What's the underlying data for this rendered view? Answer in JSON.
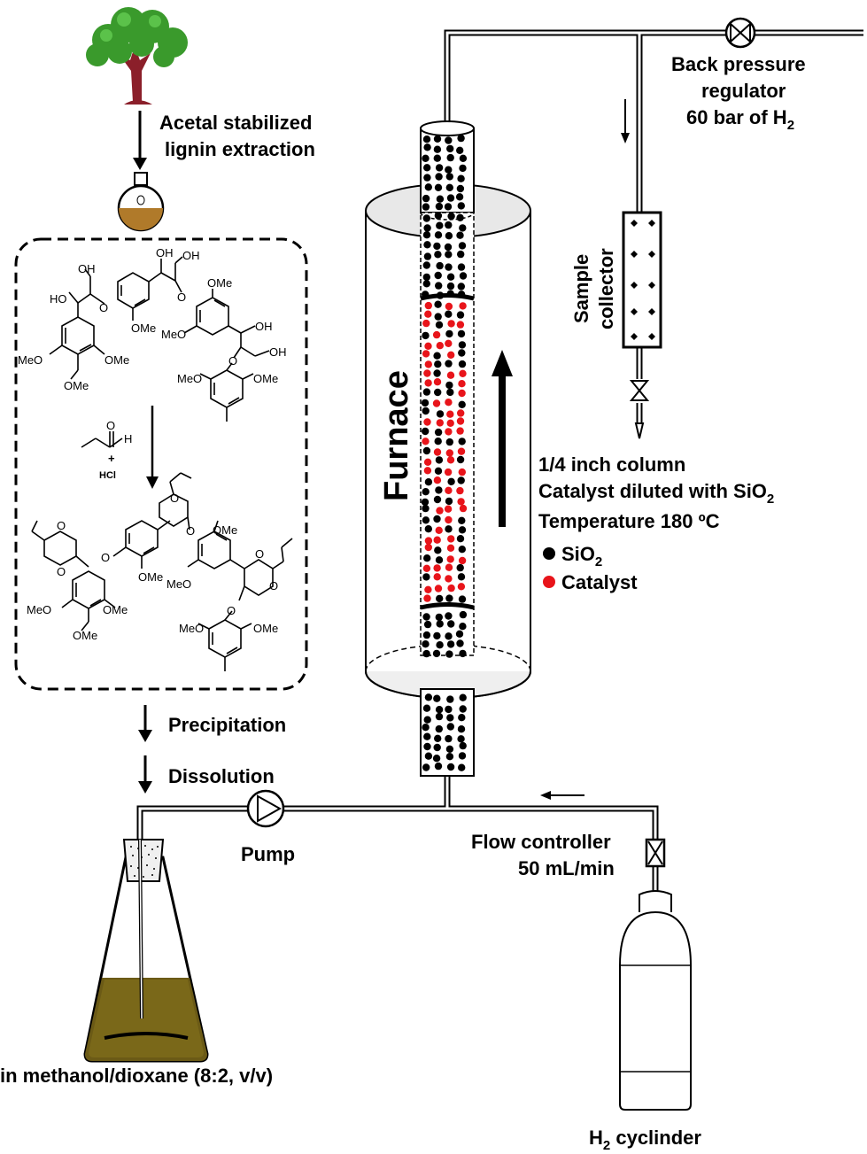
{
  "extraction": {
    "line1": "Acetal stabilized",
    "line2": "lignin extraction"
  },
  "bpr": {
    "line1": "Back pressure",
    "line2": "regulator",
    "line3_main": "60 bar of H",
    "line3_sub": "2"
  },
  "sample_collector": {
    "line1": "Sample",
    "line2": "collector"
  },
  "furnace_label": "Furnace",
  "column_info": {
    "line1": "1/4 inch column",
    "line2_main": "Catalyst diluted with SiO",
    "line2_sub": "2",
    "line3": "Temperature 180 ºC"
  },
  "legend": {
    "sio2_main": "SiO",
    "sio2_sub": "2",
    "catalyst": "Catalyst",
    "colors": {
      "sio2": "#000000",
      "catalyst": "#e8141a"
    }
  },
  "steps": {
    "precipitation": "Precipitation",
    "dissolution": "Dissolution"
  },
  "pump_label": "Pump",
  "flow_controller": {
    "line1": "Flow controller",
    "line2": "50 mL/min"
  },
  "solvent_label": "in methanol/dioxane (8:2, v/v)",
  "cylinder": {
    "main": "H",
    "sub": "2",
    "rest": " cyclinder"
  },
  "chemistry": {
    "OH": "OH",
    "HO": "HO",
    "OMe": "OMe",
    "MeO": "MeO",
    "O": "O",
    "H": "H",
    "plus": "+",
    "HCl": "HCl"
  }
}
